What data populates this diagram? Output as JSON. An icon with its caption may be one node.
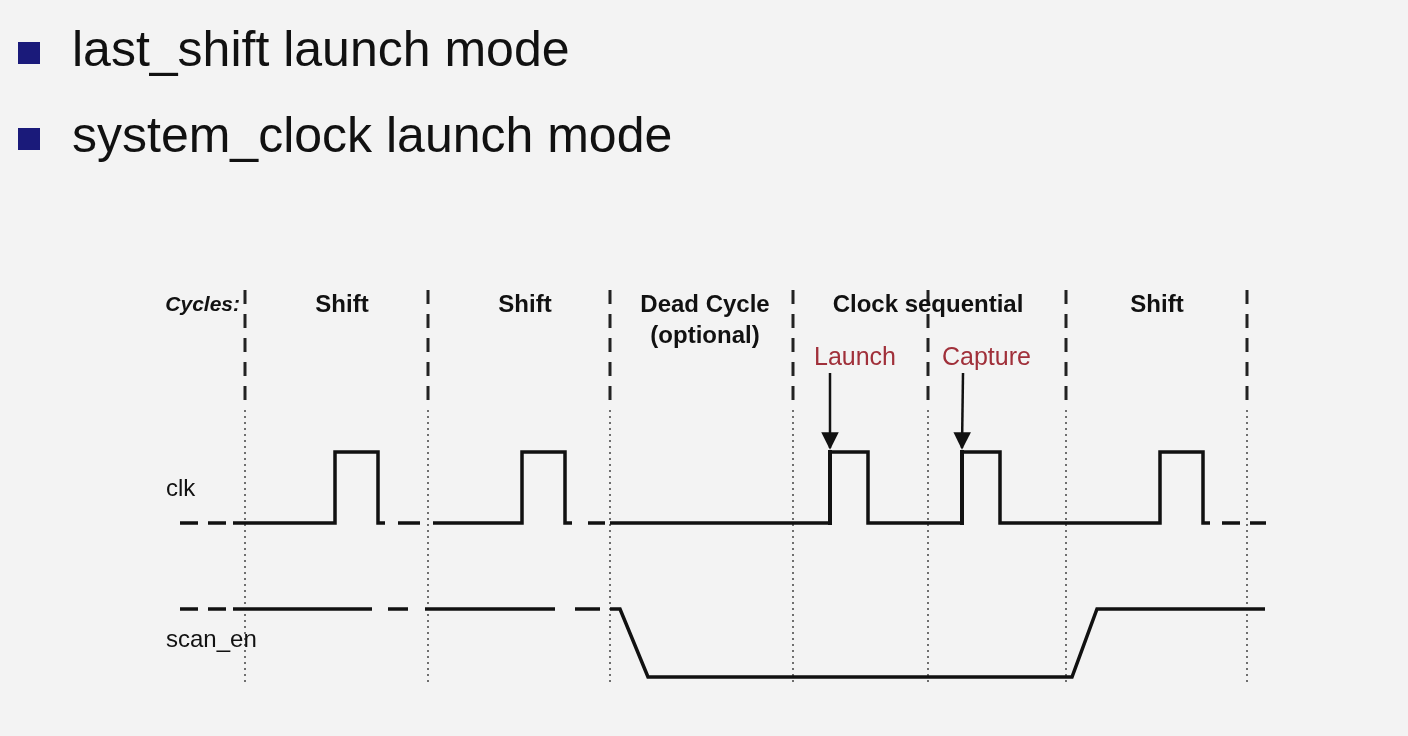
{
  "diagram": {
    "nodes": [
      {
        "text": [
          "Launch"
        ]
      },
      {
        "text": [
          "Capture"
        ]
      },
      {
        "text": [],
        "shape": "line"
      },
      {
        "text": [],
        "shape": "line"
      }
    ],
    "edges": [
      {
        "from": 0,
        "to": 2,
        "arrow": "to"
      },
      {
        "from": 1,
        "to": 3,
        "arrow": "to"
      }
    ],
    "labels": [
      "last_shift launch mode",
      "system_clock launch mode",
      "Cycles:",
      "Shift",
      "Shift",
      "Dead Cycle (optional)",
      "Clock sequential",
      "Shift",
      "clk",
      "scan_en"
    ]
  }
}
